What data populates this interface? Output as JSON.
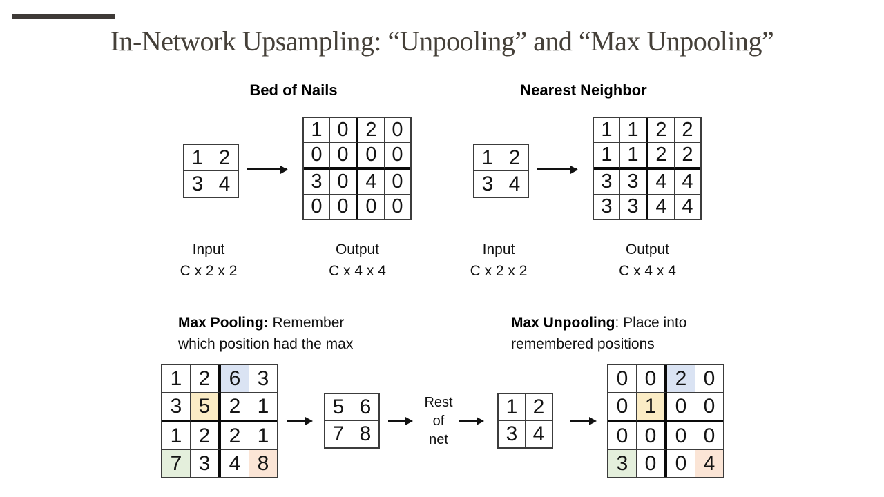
{
  "slide": {
    "title": "In-Network Upsampling: “Unpooling” and “Max Unpooling”"
  },
  "colors": {
    "blue": "#dae3f3",
    "yellow": "#fbecc5",
    "green": "#e4efdc",
    "orange": "#fbe5d6"
  },
  "bed_of_nails": {
    "heading": "Bed of Nails",
    "input_grid": {
      "values": [
        [
          1,
          2
        ],
        [
          3,
          4
        ]
      ]
    },
    "output_grid": {
      "values": [
        [
          1,
          0,
          2,
          0
        ],
        [
          0,
          0,
          0,
          0
        ],
        [
          3,
          0,
          4,
          0
        ],
        [
          0,
          0,
          0,
          0
        ]
      ]
    },
    "input_label": "Input",
    "input_dims": "C x 2 x 2",
    "output_label": "Output",
    "output_dims": "C x 4 x 4"
  },
  "nearest_neighbor": {
    "heading": "Nearest Neighbor",
    "input_grid": {
      "values": [
        [
          1,
          2
        ],
        [
          3,
          4
        ]
      ]
    },
    "output_grid": {
      "values": [
        [
          1,
          1,
          2,
          2
        ],
        [
          1,
          1,
          2,
          2
        ],
        [
          3,
          3,
          4,
          4
        ],
        [
          3,
          3,
          4,
          4
        ]
      ]
    },
    "input_label": "Input",
    "input_dims": "C x 2 x 2",
    "output_label": "Output",
    "output_dims": "C x 4 x 4"
  },
  "max_pooling": {
    "heading_bold": "Max Pooling:",
    "caption_line1": " Remember",
    "caption_line2": "which position had the max",
    "input_grid": {
      "values": [
        [
          1,
          2,
          6,
          3
        ],
        [
          3,
          5,
          2,
          1
        ],
        [
          1,
          2,
          2,
          1
        ],
        [
          7,
          3,
          4,
          8
        ]
      ],
      "highlights": {
        "0,2": "blue",
        "1,1": "yellow",
        "3,0": "green",
        "3,3": "orange"
      }
    },
    "pooled_grid": {
      "values": [
        [
          5,
          6
        ],
        [
          7,
          8
        ]
      ]
    }
  },
  "pipeline": {
    "rest_of_net": "Rest\nof\nnet",
    "intermediate_grid": {
      "values": [
        [
          1,
          2
        ],
        [
          3,
          4
        ]
      ]
    }
  },
  "max_unpooling": {
    "heading_bold": "Max Unpooling",
    "caption_line1": ": Place into",
    "caption_line2": "remembered positions",
    "output_grid": {
      "values": [
        [
          0,
          0,
          2,
          0
        ],
        [
          0,
          1,
          0,
          0
        ],
        [
          0,
          0,
          0,
          0
        ],
        [
          3,
          0,
          0,
          4
        ]
      ],
      "highlights": {
        "0,2": "blue",
        "1,1": "yellow",
        "3,0": "green",
        "3,3": "orange"
      }
    }
  }
}
